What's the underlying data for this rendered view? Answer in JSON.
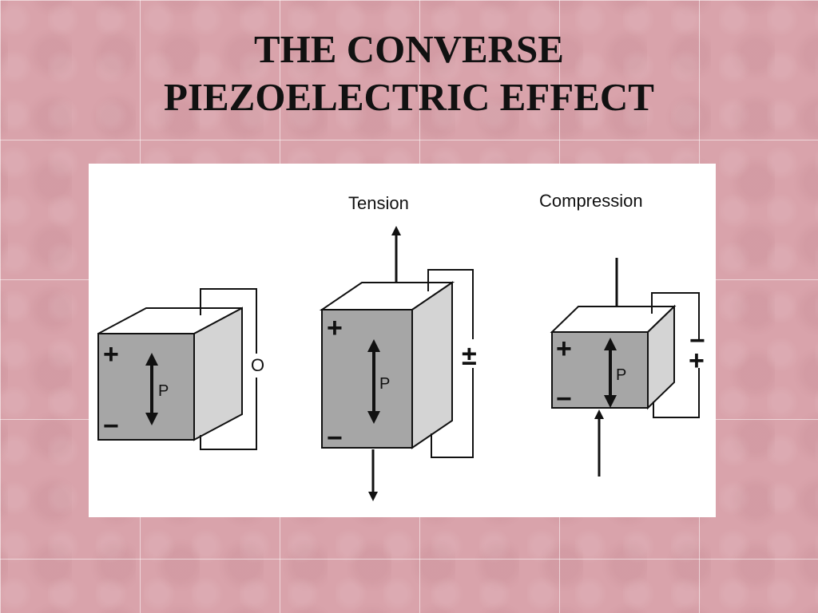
{
  "slide": {
    "title_line1": "THE CONVERSE",
    "title_line2": "PIEZOELECTRIC EFFECT"
  },
  "diagram": {
    "panels": [
      {
        "polarization_label": "P",
        "plus": "+",
        "minus": "−",
        "circuit_symbol": "O"
      },
      {
        "heading": "Tension",
        "polarization_label": "P",
        "plus": "+",
        "minus": "−",
        "circuit_symbol": "±"
      },
      {
        "heading": "Compression",
        "polarization_label": "P",
        "plus": "+",
        "minus": "−",
        "circuit_symbol_top": "−",
        "circuit_symbol_bottom": "+"
      }
    ],
    "colors": {
      "front_face": "#a6a6a6",
      "side_face": "#d4d4d4",
      "top_face": "#ffffff",
      "ink": "#111111"
    }
  }
}
